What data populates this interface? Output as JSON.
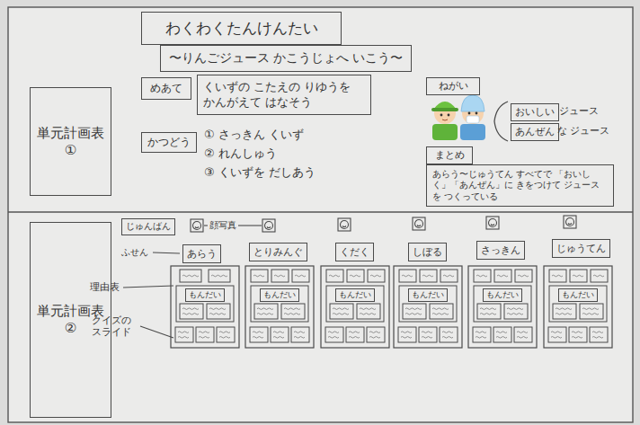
{
  "diagram": {
    "nodes": [
      {
        "text": [
          "わくわくたんけんたい"
        ]
      },
      {
        "text": [
          "〜りんごジュース かこうじょへ いこう〜"
        ]
      },
      {
        "text": [
          "単元計画表 ①"
        ]
      },
      {
        "text": [
          "めあて"
        ]
      },
      {
        "text": [
          "くいずの こたえの りゆうを かんがえて はなそう"
        ]
      },
      {
        "text": [
          "かつどう"
        ]
      },
      {
        "text": [
          "ねがい"
        ]
      },
      {
        "text": [
          "おいしい"
        ]
      },
      {
        "text": [
          "あんぜん"
        ]
      },
      {
        "text": [
          "まとめ"
        ]
      },
      {
        "text": [
          "あらう〜じゅうてん すべてで 「おいしく」「あんぜん」に きをつけて ジュースを つくっている"
        ]
      },
      {
        "text": [
          "単元計画表 ②"
        ]
      },
      {
        "text": [
          "じゅんばん"
        ]
      },
      {
        "text": [
          "あらう"
        ]
      },
      {
        "text": [
          "とりみんぐ"
        ]
      },
      {
        "text": [
          "くだく"
        ]
      },
      {
        "text": [
          "しぼる"
        ]
      },
      {
        "text": [
          "さっきん"
        ]
      },
      {
        "text": [
          "じゅうてん"
        ]
      },
      {
        "text": [
          "もんだい"
        ]
      },
      {
        "text": [
          "もんだい"
        ]
      },
      {
        "text": [
          "もんだい"
        ]
      },
      {
        "text": [
          "もんだい"
        ]
      },
      {
        "text": [
          "もんだい"
        ]
      },
      {
        "text": [
          "もんだい"
        ]
      }
    ],
    "labels": [
      "① さっきん くいず",
      "② れんしゅう",
      "③ くいずを だしあう",
      "ジュース",
      "な ジュース",
      "顔写真",
      "ふせん",
      "理由表",
      "クイズの スライド"
    ]
  }
}
